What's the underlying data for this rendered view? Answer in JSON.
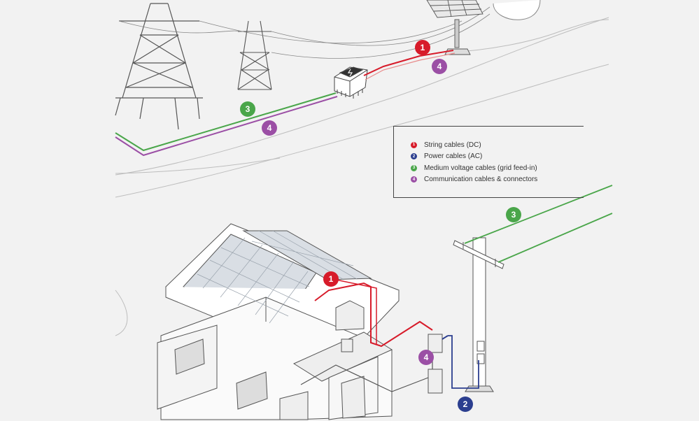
{
  "colors": {
    "string_dc": "#d71b2a",
    "power_ac": "#2b3e8f",
    "medium_voltage": "#4aa64a",
    "communication": "#9b4fa5"
  },
  "legend": {
    "items": [
      {
        "number": "1",
        "label": "String cables (DC)",
        "color": "#d71b2a"
      },
      {
        "number": "2",
        "label": "Power cables (AC)",
        "color": "#2b3e8f"
      },
      {
        "number": "3",
        "label": "Medium voltage cables (grid feed-in)",
        "color": "#4aa64a"
      },
      {
        "number": "4",
        "label": "Communication cables & connectors",
        "color": "#9b4fa5"
      }
    ]
  },
  "badges": {
    "b1_top": "1",
    "b4_top": "4",
    "b3_left": "3",
    "b4_left": "4",
    "b3_right": "3",
    "b1_house": "1",
    "b4_house": "4",
    "b2_house": "2"
  }
}
